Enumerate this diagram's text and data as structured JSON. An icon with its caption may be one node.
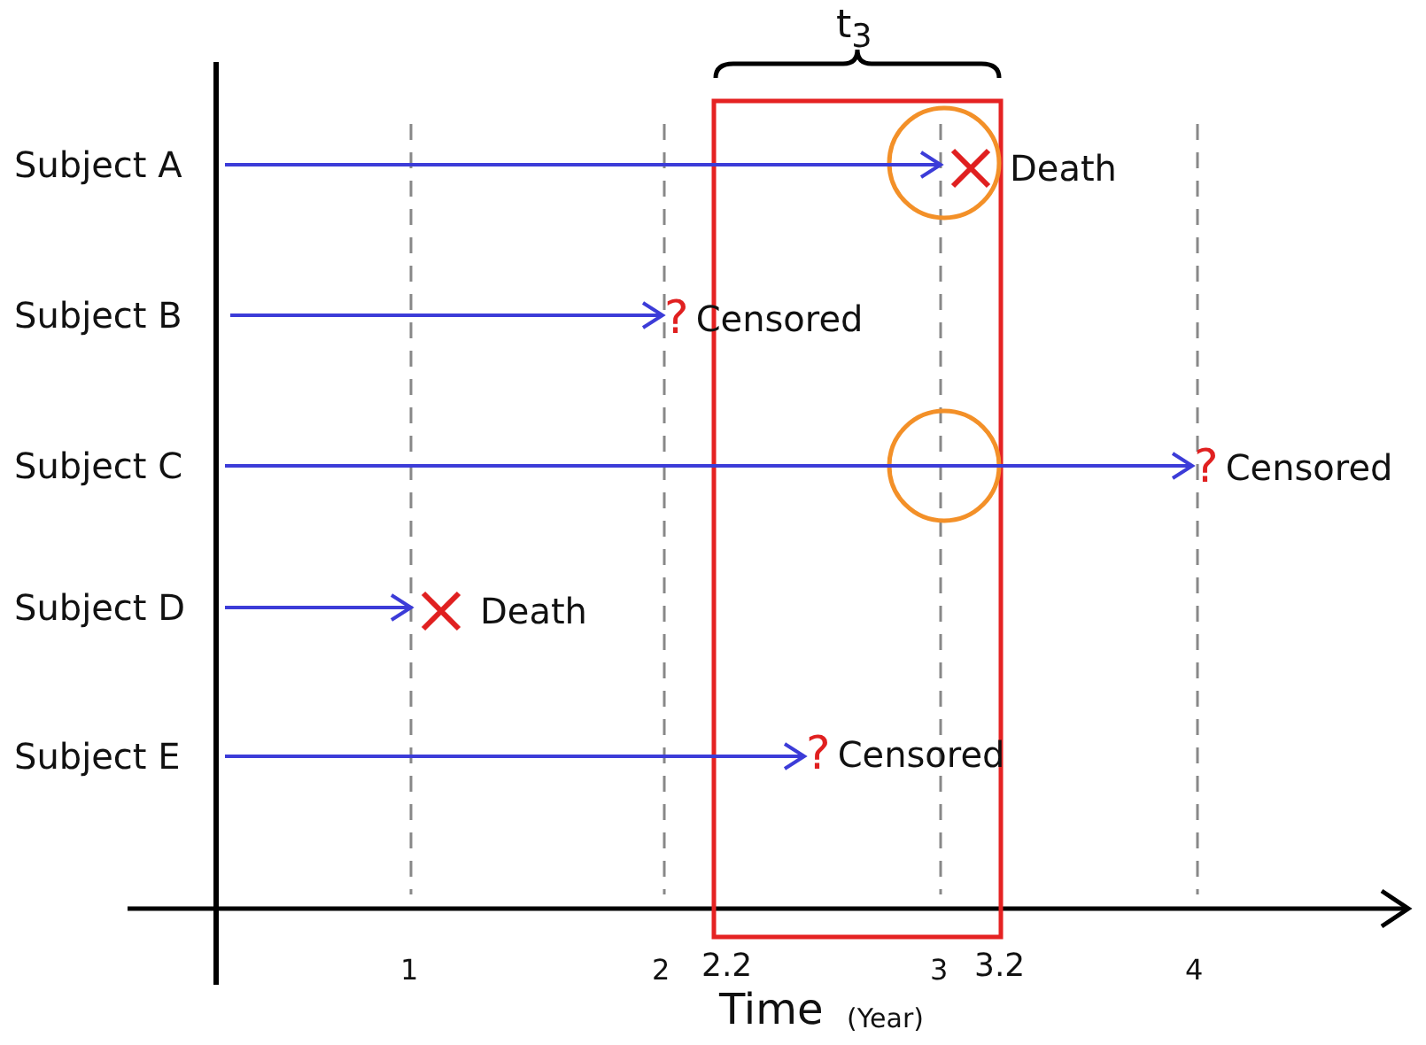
{
  "diagram": {
    "nodes": [
      {
        "text": [
          "Subject A"
        ]
      },
      {
        "text": [
          "Death"
        ]
      },
      {
        "text": [
          "Subject B"
        ]
      },
      {
        "text": [
          "?",
          "Censored"
        ]
      },
      {
        "text": [
          "Subject C"
        ]
      },
      {
        "text": [
          "?",
          "Censored"
        ]
      },
      {
        "text": [
          "Subject D"
        ]
      },
      {
        "text": [
          "Death"
        ]
      },
      {
        "text": [
          "Subject E"
        ]
      },
      {
        "text": [
          "?",
          "Censored"
        ]
      }
    ],
    "edges": [
      {
        "from": 0,
        "to": 1,
        "arrow": "to"
      },
      {
        "from": 2,
        "to": 3,
        "arrow": "to"
      },
      {
        "from": 4,
        "to": 5,
        "arrow": "to"
      },
      {
        "from": 6,
        "to": 7,
        "arrow": "to"
      },
      {
        "from": 8,
        "to": 9,
        "arrow": "to"
      }
    ],
    "labels": [
      "t$_{3}$",
      "1",
      "2",
      "2.2",
      "3",
      "3.2",
      "4",
      "Time",
      "(Year)"
    ]
  }
}
